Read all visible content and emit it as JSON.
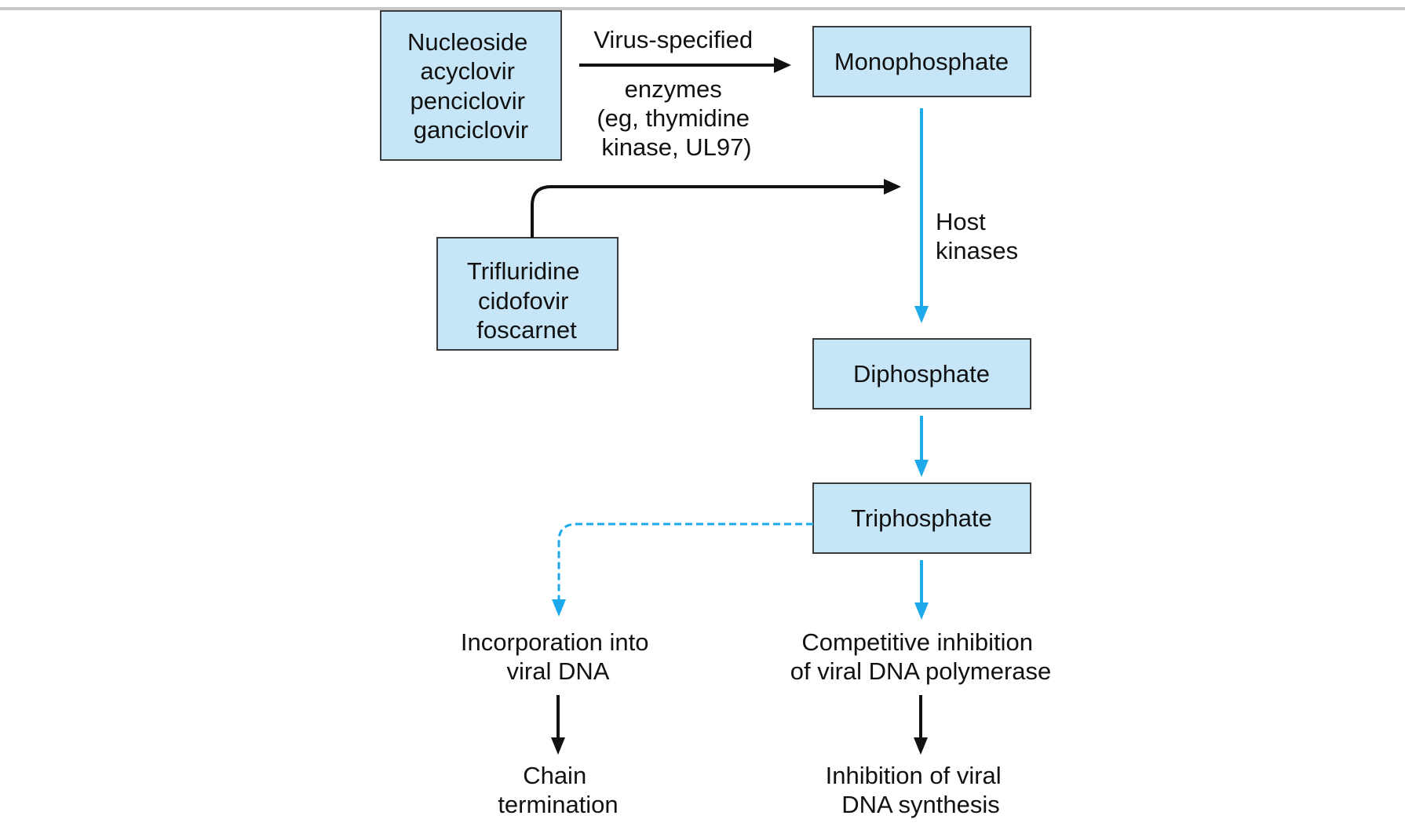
{
  "colors": {
    "box_fill": "#c6e6f8",
    "box_stroke": "#3a3a3a",
    "accent_blue": "#1eaaea",
    "text": "#111111",
    "top_rule": "#c8c8c8"
  },
  "boxes": {
    "nucleoside": {
      "lines": [
        "Nucleoside",
        "acyclovir",
        "penciclovir",
        "ganciclovir"
      ]
    },
    "trifluridine": {
      "lines": [
        "Trifluridine",
        "cidofovir",
        "foscarnet"
      ]
    },
    "monophosphate": {
      "label": "Monophosphate"
    },
    "diphosphate": {
      "label": "Diphosphate"
    },
    "triphosphate": {
      "label": "Triphosphate"
    }
  },
  "labels": {
    "virus_enzymes": {
      "above": "Virus-specified",
      "below": [
        "enzymes",
        "(eg, thymidine",
        "kinase, UL97)"
      ]
    },
    "host_kinases": [
      "Host",
      "kinases"
    ],
    "incorporation": [
      "Incorporation into",
      "viral DNA"
    ],
    "competitive": [
      "Competitive inhibition",
      "of viral DNA polymerase"
    ],
    "chain_termination": [
      "Chain",
      "termination"
    ],
    "inhibition_synthesis": [
      "Inhibition of viral",
      "DNA synthesis"
    ]
  }
}
